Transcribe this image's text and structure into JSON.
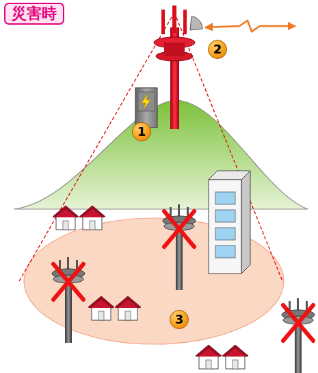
{
  "diagram": {
    "nodes": [
      {
        "text": [
          "災害時"
        ]
      },
      {
        "text": [
          "1"
        ]
      },
      {
        "text": [
          "2"
        ]
      },
      {
        "text": [
          "3"
        ]
      }
    ]
  }
}
